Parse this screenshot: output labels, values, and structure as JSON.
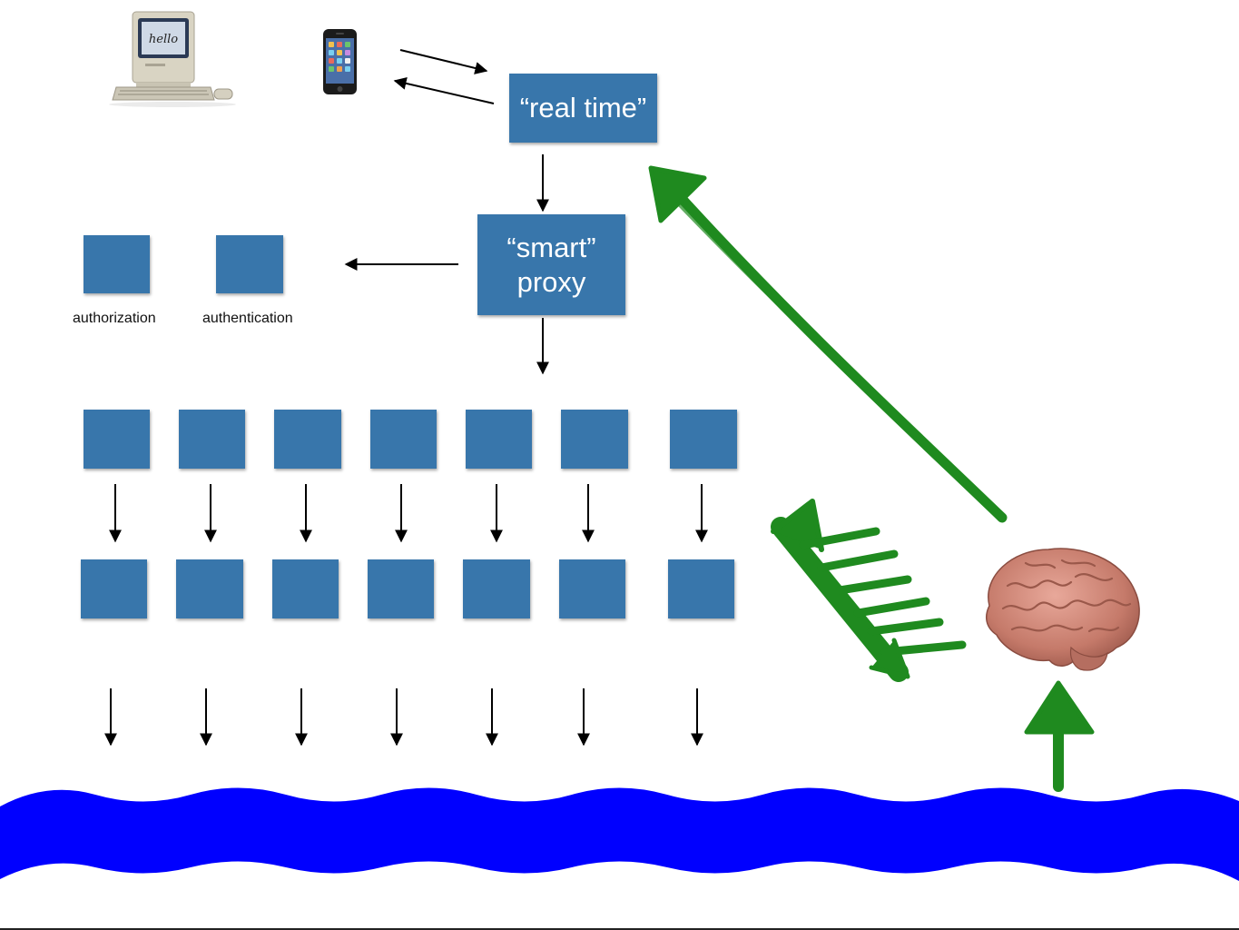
{
  "nodes": {
    "real_time": "“real time”",
    "smart_proxy": "“smart”\nproxy"
  },
  "captions": {
    "authorization": "authorization",
    "authentication": "authentication"
  },
  "monitor_screen_text": "hello",
  "colors": {
    "box": "#3876ab",
    "river": "#0000ff",
    "green_arrows": "#1f8a1f",
    "arrows": "#000000"
  },
  "icons": [
    "macintosh-computer-icon",
    "smartphone-icon",
    "brain-icon"
  ]
}
